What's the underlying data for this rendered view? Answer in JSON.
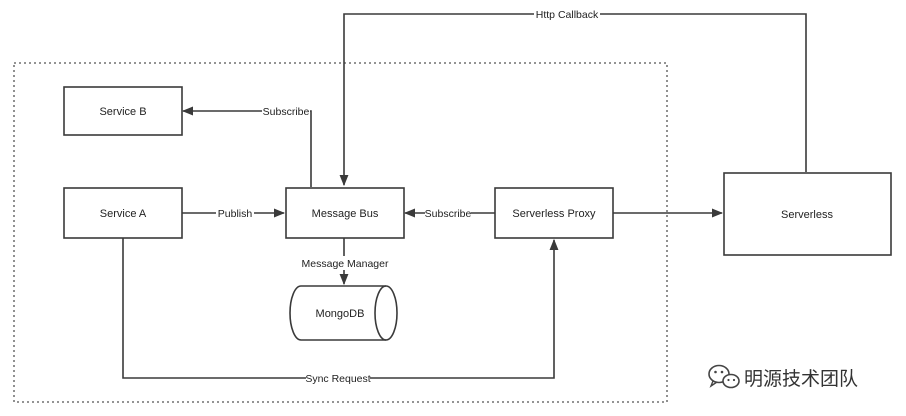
{
  "nodes": {
    "service_b": "Service B",
    "service_a": "Service A",
    "message_bus": "Message Bus",
    "serverless_proxy": "Serverless Proxy",
    "serverless": "Serverless",
    "mongodb": "MongoDB"
  },
  "edges": {
    "subscribe_b": "Subscribe",
    "publish": "Publish",
    "subscribe_proxy": "Subscribe",
    "message_manager": "Message Manager",
    "sync_request": "Sync Request",
    "http_callback": "Http Callback"
  },
  "watermark": {
    "text": "明源技术团队",
    "icon": "wechat-icon"
  },
  "colors": {
    "stroke": "#3a3a3a",
    "text": "#222222"
  }
}
